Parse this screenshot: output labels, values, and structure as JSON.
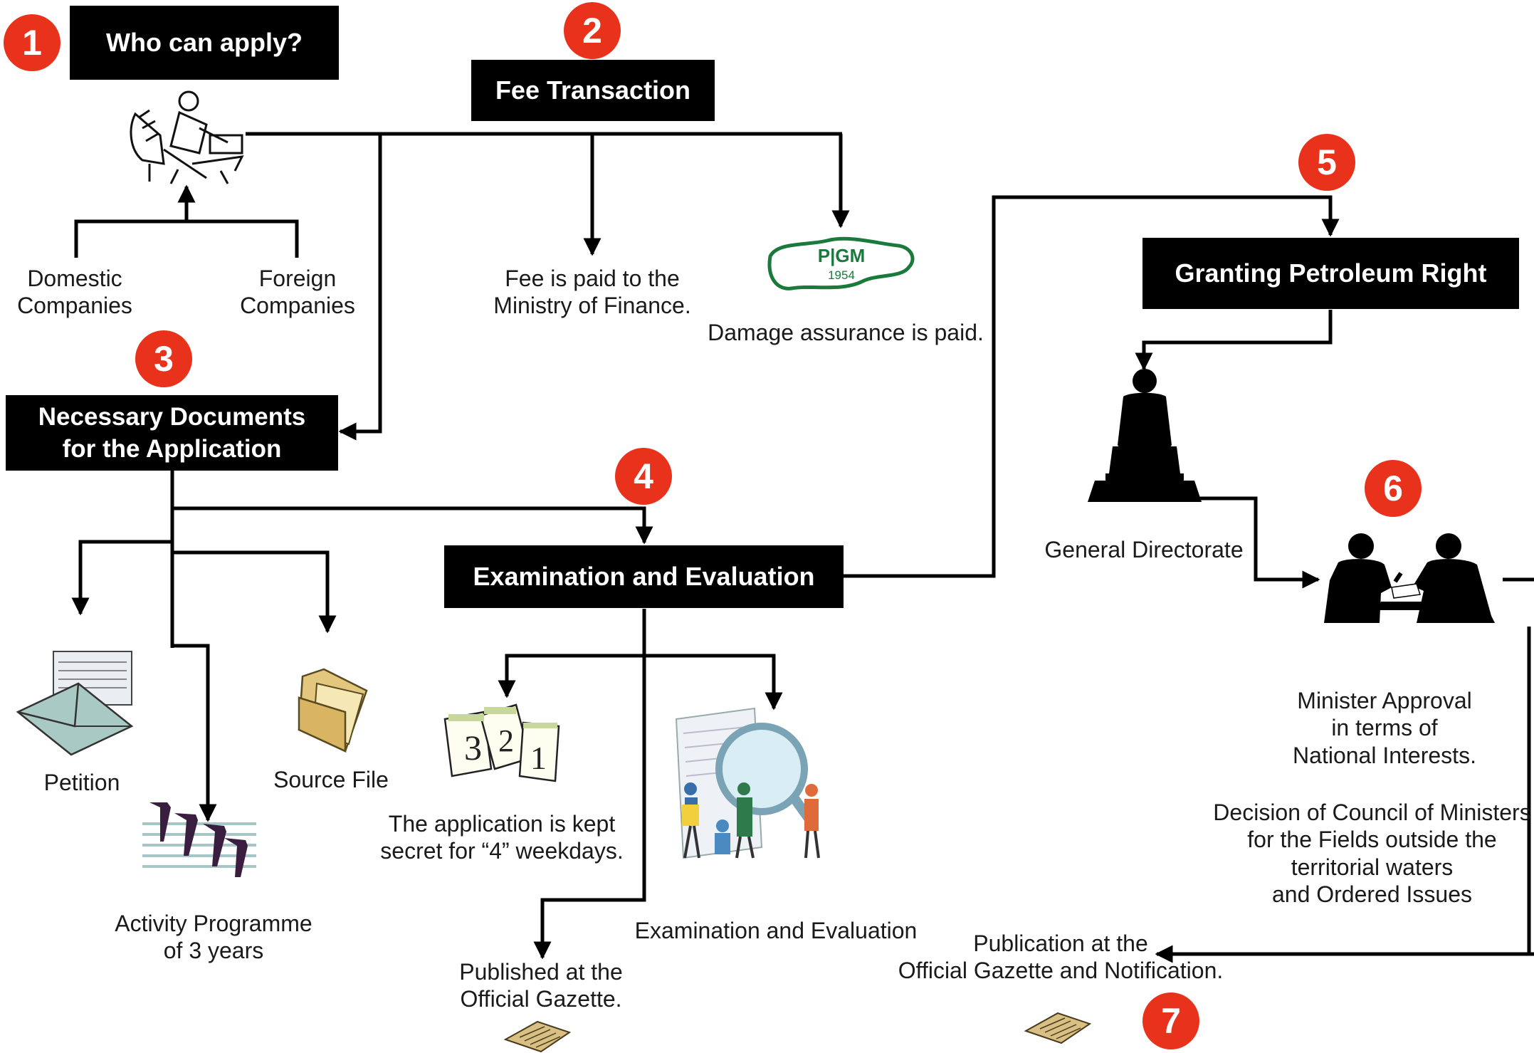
{
  "steps": {
    "s1": {
      "number": "1",
      "title": "Who can apply?"
    },
    "s2": {
      "number": "2",
      "title": "Fee Transaction"
    },
    "s3": {
      "number": "3",
      "title": "Necessary Documents\nfor the Application"
    },
    "s4": {
      "number": "4",
      "title": "Examination and Evaluation"
    },
    "s5": {
      "number": "5",
      "title": "Granting Petroleum Right"
    },
    "s6": {
      "number": "6"
    },
    "s7": {
      "number": "7"
    }
  },
  "labels": {
    "domestic": "Domestic\nCompanies",
    "foreign": "Foreign\nCompanies",
    "fee_paid": "Fee is paid to the\nMinistry of Finance.",
    "damage": "Damage assurance is paid.",
    "petition": "Petition",
    "source_file": "Source File",
    "activity": "Activity Programme\nof 3 years",
    "secret": "The application is kept\nsecret for “4” weekdays.",
    "exam_eval": "Examination and Evaluation",
    "published": "Published at the\nOfficial Gazette.",
    "general_directorate": "General Directorate",
    "minister_approval": "Minister Approval\nin terms of\nNational Interests.",
    "council_decision": "Decision of Council of Ministers\nfor the Fields outside the\nterritorial waters\nand Ordered Issues",
    "publication": "Publication at the\nOfficial Gazette and Notification."
  },
  "logo": {
    "text": "P|GM",
    "year": "1954"
  },
  "icons": {
    "applicant": "office-worker-icon",
    "pigm": "pigm-logo-icon",
    "petition": "envelope-icon",
    "source_file": "folder-icon",
    "activity": "oil-pump-icon",
    "calendar": "calendar-icon",
    "evaluation": "magnifier-team-icon",
    "gazette_left": "newspaper-icon",
    "gazette_right": "newspaper-icon",
    "general_directorate": "statue-icon",
    "meeting": "businessmen-meeting-icon"
  },
  "colors": {
    "badge": "#e8321c",
    "box": "#000000",
    "box_text": "#ffffff",
    "logo": "#1a7a3c"
  }
}
